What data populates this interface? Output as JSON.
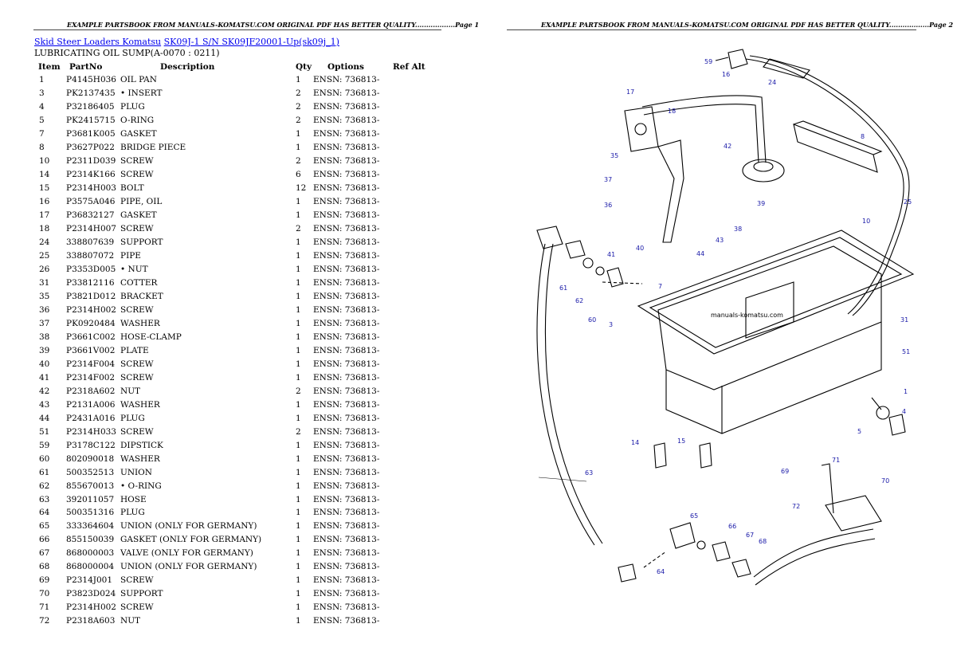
{
  "header": {
    "left": "EXAMPLE PARTSBOOK FROM MANUALS-KOMATSU.COM ORIGINAL PDF HAS BETTER QUALITY..................Page 1",
    "right": "EXAMPLE PARTSBOOK FROM MANUALS-KOMATSU.COM ORIGINAL PDF HAS BETTER QUALITY..................Page 2"
  },
  "breadcrumb": {
    "category": "Skid Steer Loaders Komatsu",
    "model": "SK09J-1 S/N SK09JF20001-Up(sk09j_1)"
  },
  "section_title": "LUBRICATING OIL SUMP(A-0070 : 0211)",
  "table": {
    "headers": {
      "item": "Item",
      "partno": "PartNo",
      "desc": "Description",
      "qty": "Qty",
      "options": "Options",
      "ref": "Ref Alt"
    },
    "rows": [
      {
        "item": "1",
        "partno": "P4145H036",
        "desc": "OIL PAN",
        "qty": "1",
        "options": "ENSN: 736813-"
      },
      {
        "item": "3",
        "partno": "PK2137435",
        "desc": "• INSERT",
        "qty": "2",
        "options": "ENSN: 736813-"
      },
      {
        "item": "4",
        "partno": "P32186405",
        "desc": "PLUG",
        "qty": "2",
        "options": "ENSN: 736813-"
      },
      {
        "item": "5",
        "partno": "PK2415715",
        "desc": "O-RING",
        "qty": "2",
        "options": "ENSN: 736813-"
      },
      {
        "item": "7",
        "partno": "P3681K005",
        "desc": "GASKET",
        "qty": "1",
        "options": "ENSN: 736813-"
      },
      {
        "item": "8",
        "partno": "P3627P022",
        "desc": "BRIDGE PIECE",
        "qty": "1",
        "options": "ENSN: 736813-"
      },
      {
        "item": "10",
        "partno": "P2311D039",
        "desc": "SCREW",
        "qty": "2",
        "options": "ENSN: 736813-"
      },
      {
        "item": "14",
        "partno": "P2314K166",
        "desc": "SCREW",
        "qty": "6",
        "options": "ENSN: 736813-"
      },
      {
        "item": "15",
        "partno": "P2314H003",
        "desc": "BOLT",
        "qty": "12",
        "options": "ENSN: 736813-"
      },
      {
        "item": "16",
        "partno": "P3575A046",
        "desc": "PIPE, OIL",
        "qty": "1",
        "options": "ENSN: 736813-"
      },
      {
        "item": "17",
        "partno": "P36832127",
        "desc": "GASKET",
        "qty": "1",
        "options": "ENSN: 736813-"
      },
      {
        "item": "18",
        "partno": "P2314H007",
        "desc": "SCREW",
        "qty": "2",
        "options": "ENSN: 736813-"
      },
      {
        "item": "24",
        "partno": "338807639",
        "desc": "SUPPORT",
        "qty": "1",
        "options": "ENSN: 736813-"
      },
      {
        "item": "25",
        "partno": "338807072",
        "desc": "PIPE",
        "qty": "1",
        "options": "ENSN: 736813-"
      },
      {
        "item": "26",
        "partno": "P3353D005",
        "desc": "• NUT",
        "qty": "1",
        "options": "ENSN: 736813-"
      },
      {
        "item": "31",
        "partno": "P33812116",
        "desc": "COTTER",
        "qty": "1",
        "options": "ENSN: 736813-"
      },
      {
        "item": "35",
        "partno": "P3821D012",
        "desc": "BRACKET",
        "qty": "1",
        "options": "ENSN: 736813-"
      },
      {
        "item": "36",
        "partno": "P2314H002",
        "desc": "SCREW",
        "qty": "1",
        "options": "ENSN: 736813-"
      },
      {
        "item": "37",
        "partno": "PK0920484",
        "desc": "WASHER",
        "qty": "1",
        "options": "ENSN: 736813-"
      },
      {
        "item": "38",
        "partno": "P3661C002",
        "desc": "HOSE-CLAMP",
        "qty": "1",
        "options": "ENSN: 736813-"
      },
      {
        "item": "39",
        "partno": "P3661V002",
        "desc": "PLATE",
        "qty": "1",
        "options": "ENSN: 736813-"
      },
      {
        "item": "40",
        "partno": "P2314F004",
        "desc": "SCREW",
        "qty": "1",
        "options": "ENSN: 736813-"
      },
      {
        "item": "41",
        "partno": "P2314F002",
        "desc": "SCREW",
        "qty": "1",
        "options": "ENSN: 736813-"
      },
      {
        "item": "42",
        "partno": "P2318A602",
        "desc": "NUT",
        "qty": "2",
        "options": "ENSN: 736813-"
      },
      {
        "item": "43",
        "partno": "P2131A006",
        "desc": "WASHER",
        "qty": "1",
        "options": "ENSN: 736813-"
      },
      {
        "item": "44",
        "partno": "P2431A016",
        "desc": "PLUG",
        "qty": "1",
        "options": "ENSN: 736813-"
      },
      {
        "item": "51",
        "partno": "P2314H033",
        "desc": "SCREW",
        "qty": "2",
        "options": "ENSN: 736813-"
      },
      {
        "item": "59",
        "partno": "P3178C122",
        "desc": "DIPSTICK",
        "qty": "1",
        "options": "ENSN: 736813-"
      },
      {
        "item": "60",
        "partno": "802090018",
        "desc": "WASHER",
        "qty": "1",
        "options": "ENSN: 736813-"
      },
      {
        "item": "61",
        "partno": "500352513",
        "desc": "UNION",
        "qty": "1",
        "options": "ENSN: 736813-"
      },
      {
        "item": "62",
        "partno": "855670013",
        "desc": "• O-RING",
        "qty": "1",
        "options": "ENSN: 736813-"
      },
      {
        "item": "63",
        "partno": "392011057",
        "desc": "HOSE",
        "qty": "1",
        "options": "ENSN: 736813-"
      },
      {
        "item": "64",
        "partno": "500351316",
        "desc": "PLUG",
        "qty": "1",
        "options": "ENSN: 736813-"
      },
      {
        "item": "65",
        "partno": "333364604",
        "desc": "UNION (ONLY FOR GERMANY)",
        "qty": "1",
        "options": "ENSN: 736813-"
      },
      {
        "item": "66",
        "partno": "855150039",
        "desc": "GASKET (ONLY FOR GERMANY)",
        "qty": "1",
        "options": "ENSN: 736813-"
      },
      {
        "item": "67",
        "partno": "868000003",
        "desc": "VALVE (ONLY FOR GERMANY)",
        "qty": "1",
        "options": "ENSN: 736813-"
      },
      {
        "item": "68",
        "partno": "868000004",
        "desc": "UNION (ONLY FOR GERMANY)",
        "qty": "1",
        "options": "ENSN: 736813-"
      },
      {
        "item": "69",
        "partno": "P2314J001",
        "desc": "SCREW",
        "qty": "1",
        "options": "ENSN: 736813-"
      },
      {
        "item": "70",
        "partno": "P3823D024",
        "desc": "SUPPORT",
        "qty": "1",
        "options": "ENSN: 736813-"
      },
      {
        "item": "71",
        "partno": "P2314H002",
        "desc": "SCREW",
        "qty": "1",
        "options": "ENSN: 736813-"
      },
      {
        "item": "72",
        "partno": "P2318A603",
        "desc": "NUT",
        "qty": "1",
        "options": "ENSN: 736813-"
      }
    ]
  },
  "diagram": {
    "watermark": "manuals-komatsu.com",
    "callouts": [
      "59",
      "16",
      "24",
      "17",
      "8",
      "18",
      "35",
      "42",
      "37",
      "39",
      "36",
      "10",
      "25",
      "38",
      "40",
      "43",
      "41",
      "44",
      "61",
      "62",
      "7",
      "60",
      "3",
      "31",
      "51",
      "1",
      "4",
      "5",
      "14",
      "15",
      "69",
      "71",
      "63",
      "70",
      "72",
      "65",
      "66",
      "67",
      "68",
      "64"
    ]
  }
}
